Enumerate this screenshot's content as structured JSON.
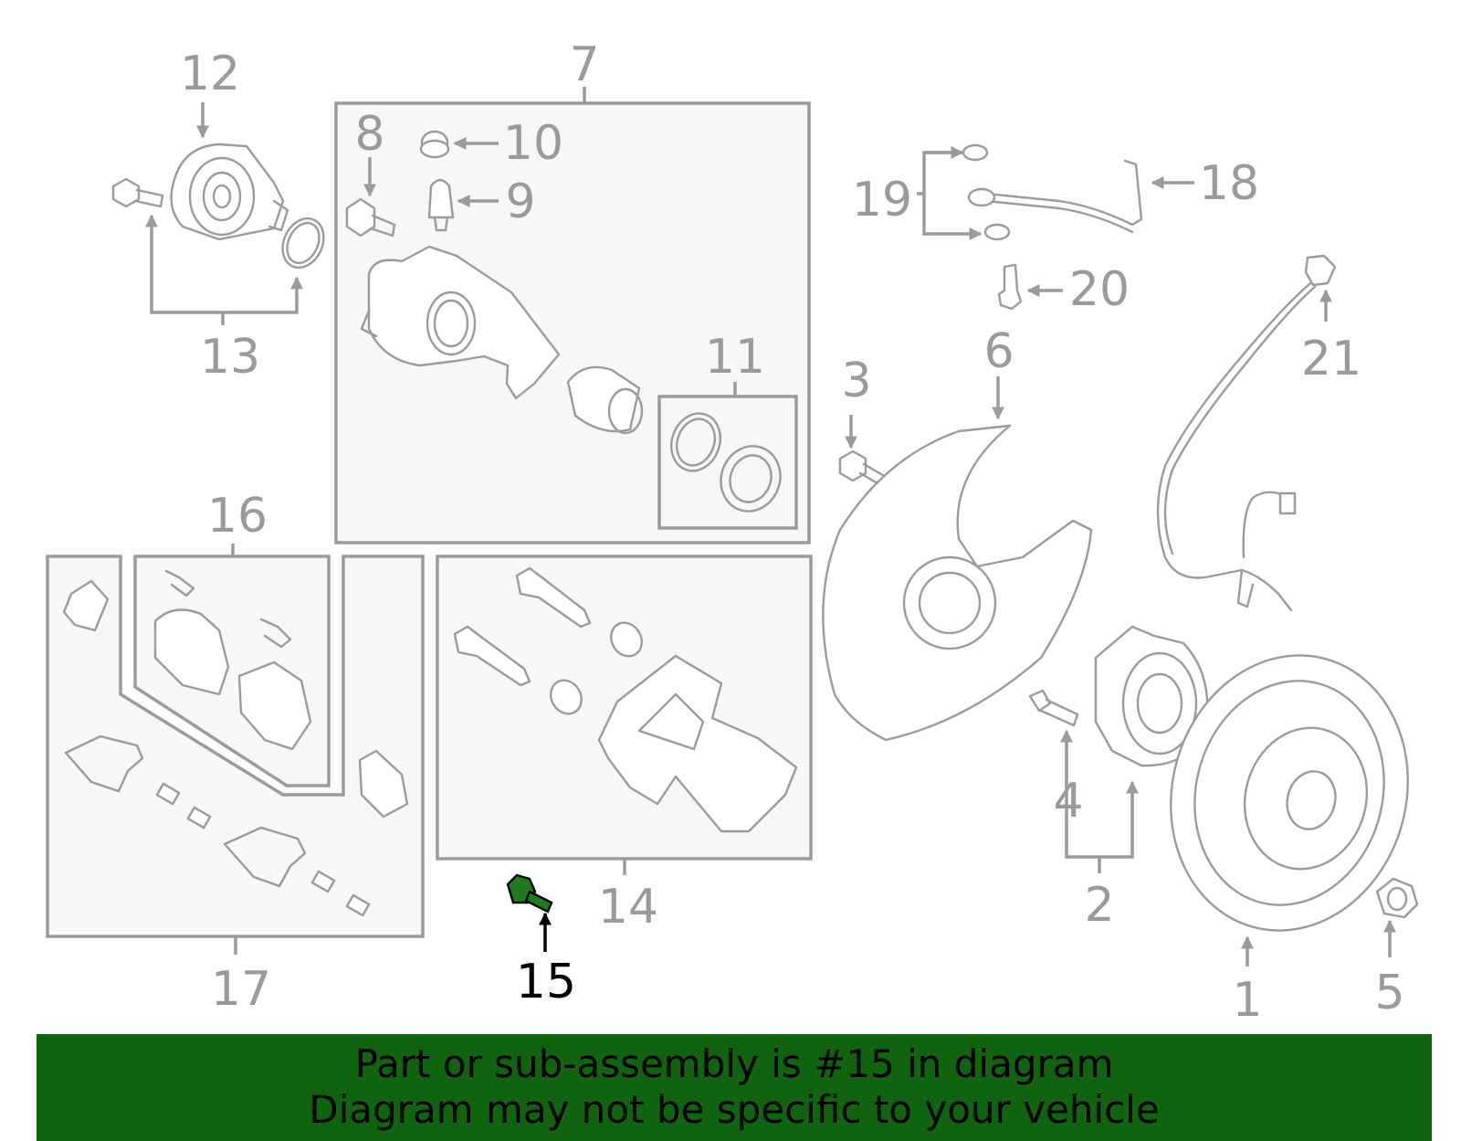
{
  "diagram": {
    "highlighted_part": "15",
    "callouts": [
      "1",
      "2",
      "3",
      "4",
      "5",
      "6",
      "7",
      "8",
      "9",
      "10",
      "11",
      "12",
      "13",
      "14",
      "15",
      "16",
      "17",
      "18",
      "19",
      "20",
      "21"
    ]
  },
  "colors": {
    "line_gray": "#9b9b9b",
    "highlight_green": "#106410",
    "highlight_bolt": "#1f7a1f"
  },
  "banner": {
    "line1": "Part or sub-assembly is #15 in diagram",
    "line2": "Diagram may not be specific to your vehicle"
  }
}
